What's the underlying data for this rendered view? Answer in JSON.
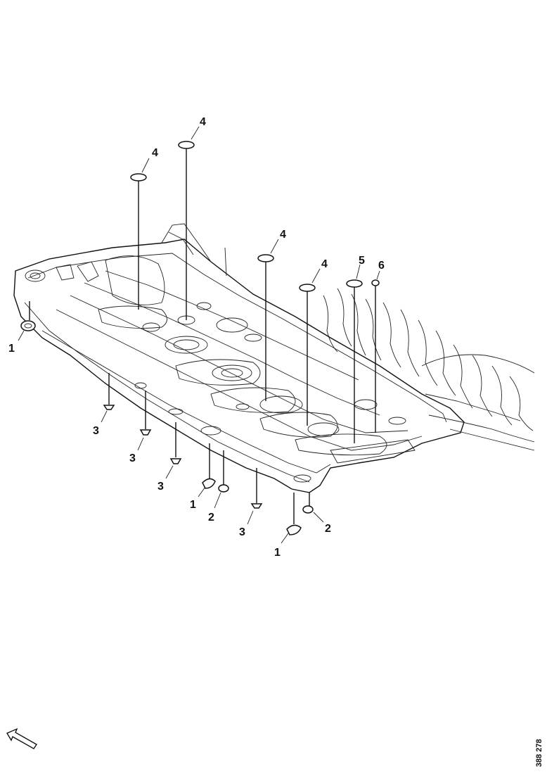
{
  "diagram": {
    "reference_code": "388 278",
    "callouts": [
      {
        "id": "c1a",
        "label": "1"
      },
      {
        "id": "c1b",
        "label": "1"
      },
      {
        "id": "c1c",
        "label": "1"
      },
      {
        "id": "c2a",
        "label": "2"
      },
      {
        "id": "c2b",
        "label": "2"
      },
      {
        "id": "c3a",
        "label": "3"
      },
      {
        "id": "c3b",
        "label": "3"
      },
      {
        "id": "c3c",
        "label": "3"
      },
      {
        "id": "c3d",
        "label": "3"
      },
      {
        "id": "c4a",
        "label": "4"
      },
      {
        "id": "c4b",
        "label": "4"
      },
      {
        "id": "c4c",
        "label": "4"
      },
      {
        "id": "c4d",
        "label": "4"
      },
      {
        "id": "c5",
        "label": "5"
      },
      {
        "id": "c6",
        "label": "6"
      }
    ]
  }
}
